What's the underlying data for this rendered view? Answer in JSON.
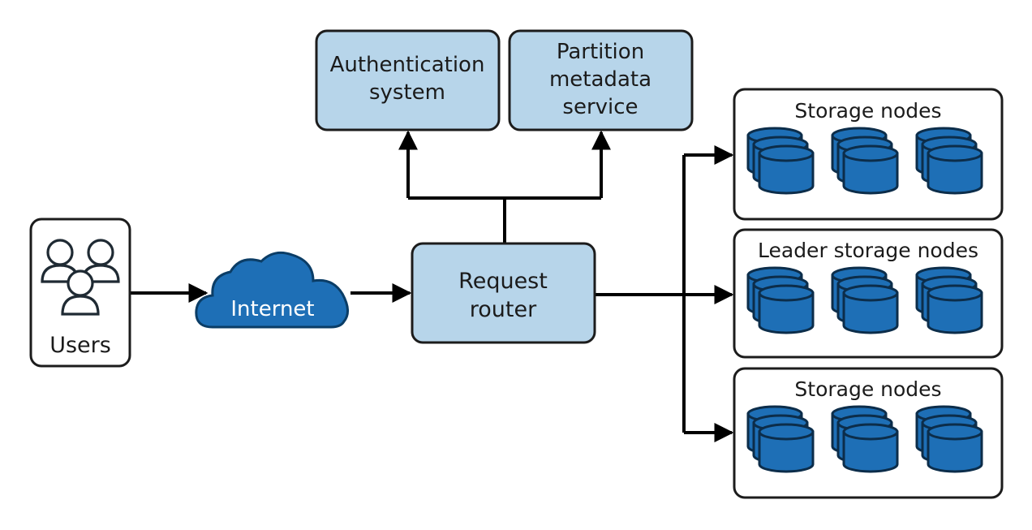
{
  "colors": {
    "box_fill": "#b7d5ea",
    "box_stroke": "#1c1c1c",
    "cloud_fill": "#1e6fb6",
    "cylinder_fill": "#1e6fb6",
    "arrow": "#000000"
  },
  "users": {
    "label": "Users",
    "icon": "users-icon"
  },
  "internet": {
    "label": "Internet",
    "icon": "cloud-icon"
  },
  "router": {
    "line1": "Request",
    "line2": "router"
  },
  "auth": {
    "line1": "Authentication",
    "line2": "system"
  },
  "partition": {
    "line1": "Partition",
    "line2": "metadata",
    "line3": "service"
  },
  "storage_groups": [
    {
      "label": "Storage nodes"
    },
    {
      "label": "Leader storage nodes"
    },
    {
      "label": "Storage nodes"
    }
  ]
}
